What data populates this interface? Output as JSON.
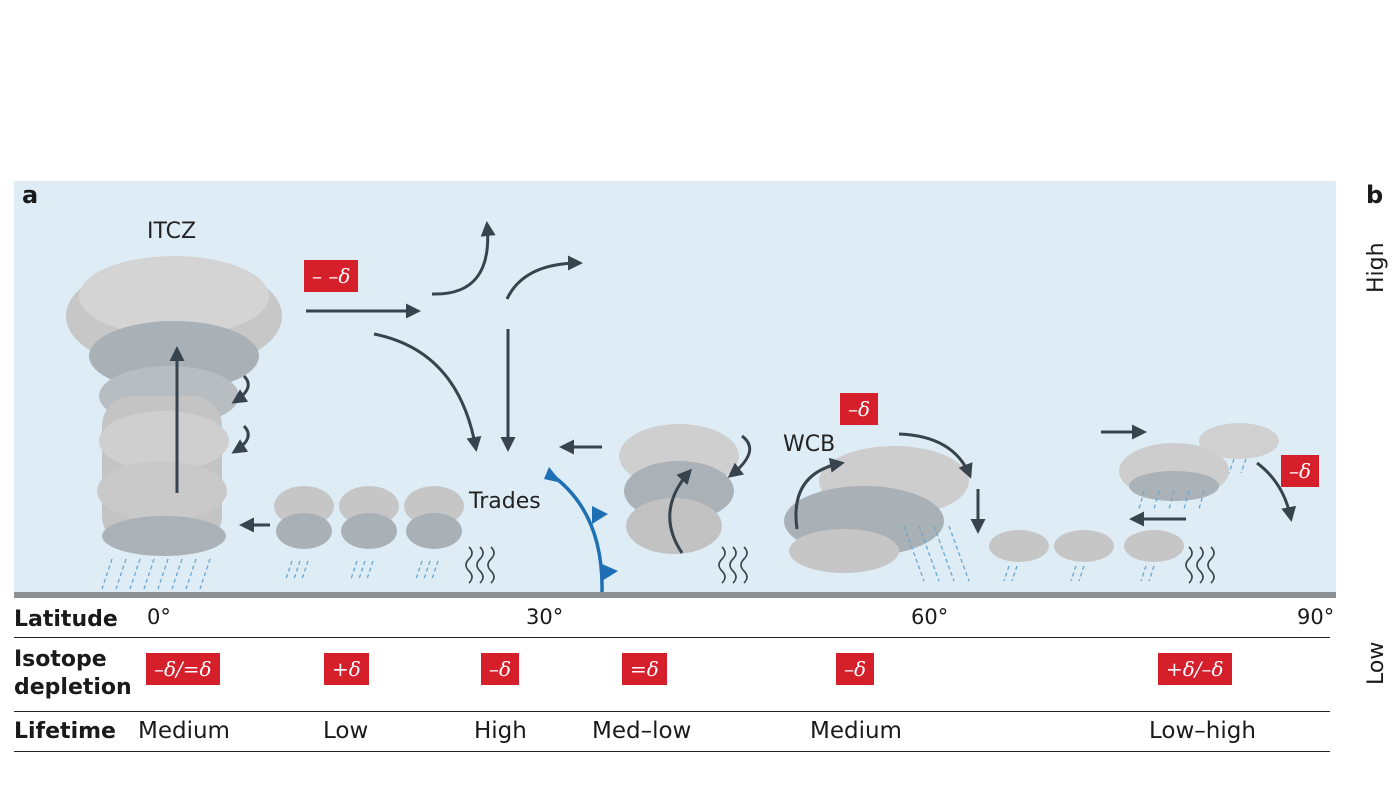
{
  "panel_a": {
    "letter": "a",
    "labels": {
      "itcz": "ITCZ",
      "trades": "Trades",
      "wcb": "WCB"
    },
    "diagram_badges": [
      "– –δ",
      "–δ",
      "–δ"
    ],
    "table": {
      "latitude": {
        "header": "Latitude",
        "ticks": [
          "0°",
          "30°",
          "60°",
          "90°"
        ]
      },
      "isotope": {
        "header_line1": "Isotope",
        "header_line2": "depletion",
        "values": [
          "–δ/=δ",
          "+δ",
          "–δ",
          "=δ",
          "–δ",
          "+δ/–δ"
        ]
      },
      "lifetime": {
        "header": "Lifetime",
        "values": [
          "Medium",
          "Low",
          "High",
          "Med–low",
          "Medium",
          "Low–high"
        ]
      }
    }
  },
  "panel_b": {
    "letter": "b",
    "axis_high": "High",
    "axis_low": "Low"
  },
  "colors": {
    "sky": "#deedf5",
    "badge": "#d51f2b",
    "front": "#1f6fb5",
    "arrow": "#37434d",
    "cloud_light": "#c9c9c9",
    "cloud_dark": "#9aa3ab"
  }
}
